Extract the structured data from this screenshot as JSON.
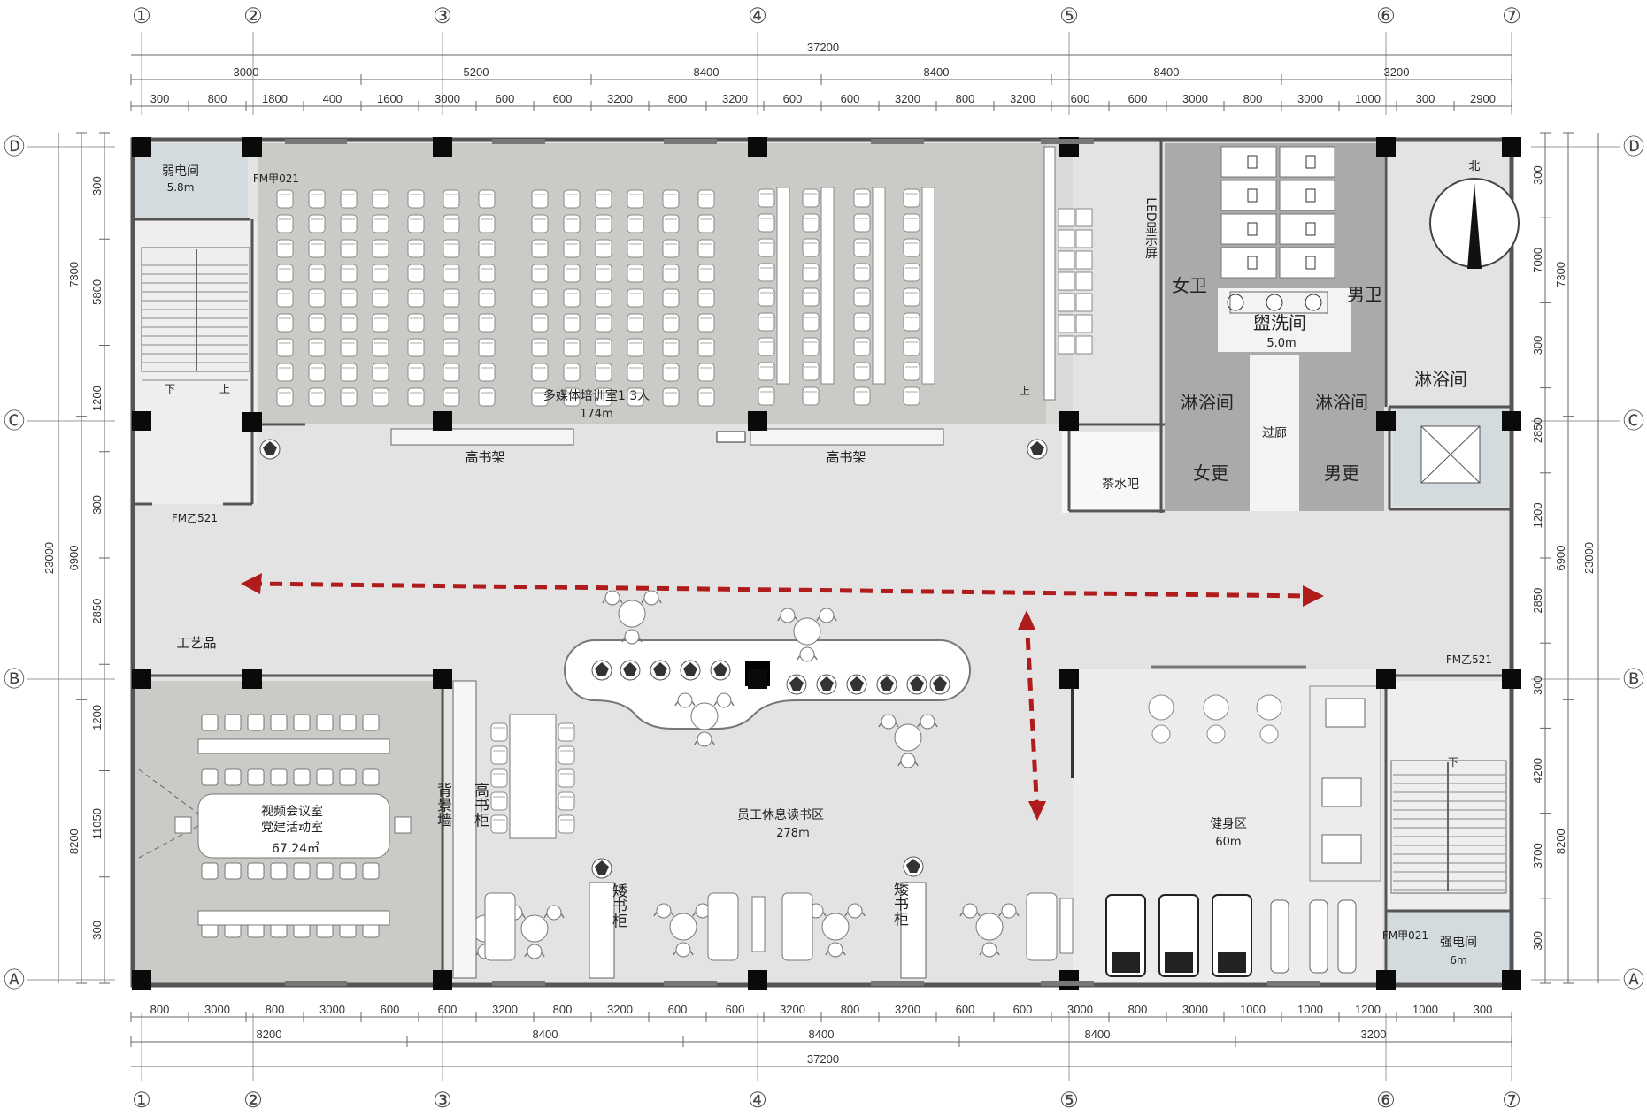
{
  "axes": {
    "columns": [
      "①",
      "②",
      "③",
      "④",
      "⑤",
      "⑥",
      "⑦"
    ],
    "rows": [
      "Ⓓ",
      "Ⓒ",
      "Ⓑ",
      "Ⓐ"
    ]
  },
  "dimensions": {
    "total_width": "37200",
    "total_depth": "23000",
    "top_row1": [
      "3000",
      "5200",
      "8400",
      "8400",
      "8400",
      "3200"
    ],
    "top_row2": [
      "300",
      "800",
      "1800",
      "400",
      "1600",
      "3000",
      "600",
      "600",
      "3200",
      "800",
      "3200",
      "600",
      "600",
      "3200",
      "800",
      "3200",
      "600",
      "600",
      "3000",
      "800",
      "3000",
      "1000",
      "300",
      "2900"
    ],
    "bottom_row1": [
      "800",
      "3000",
      "800",
      "3000",
      "600",
      "600",
      "3200",
      "800",
      "3200",
      "600",
      "600",
      "3200",
      "800",
      "3200",
      "600",
      "600",
      "3000",
      "800",
      "3000",
      "1000",
      "1000",
      "1200",
      "1000",
      "300"
    ],
    "bottom_row2": [
      "8200",
      "8400",
      "8400",
      "8400",
      "3200"
    ],
    "left_inner": [
      "300",
      "5800",
      "1200",
      "300",
      "2850",
      "1200",
      "11050",
      "300"
    ],
    "left_outer": [
      "7300",
      "6900",
      "8200"
    ],
    "right_inner": [
      "300",
      "7000",
      "300",
      "2850",
      "1200",
      "2850",
      "300",
      "4200",
      "3700",
      "300"
    ],
    "right_outer": [
      "7300",
      "6900",
      "8200"
    ]
  },
  "rooms": {
    "weak_room": {
      "name": "弱电间",
      "area": "5.8m"
    },
    "multimedia": {
      "name": "多媒体培训室1 3人",
      "area": "174m"
    },
    "tall_shelf_1": "高书架",
    "tall_shelf_2": "高书架",
    "led": "LED显示屏",
    "female_wc": "女卫",
    "male_wc": "男卫",
    "washroom": {
      "name": "盥洗间",
      "area": "5.0m"
    },
    "shower_f": "淋浴间",
    "shower_m": "淋浴间",
    "shower_ext": "淋浴间",
    "corridor": "过廊",
    "tea_bar": "茶水吧",
    "female_change": "女更",
    "male_change": "男更",
    "crafts": "工艺品",
    "meeting": {
      "line1": "视频会议室",
      "line2": "党建活动室",
      "area": "67.24㎡"
    },
    "bg_wall": "背景墙",
    "tall_cabinet": "高书柜",
    "lounge": {
      "name": "员工休息读书区",
      "area": "278m"
    },
    "low_cabinet_1": "矮书柜",
    "low_cabinet_2": "矮书柜",
    "gym": {
      "name": "健身区",
      "area": "60m"
    },
    "strong_room": {
      "name": "强电间",
      "area": "6m"
    },
    "north": "北"
  },
  "doors": {
    "d1": "FM甲021",
    "d2": "FM乙521",
    "d3": "FM乙521",
    "d4": "FM甲021"
  },
  "stairs": {
    "down": "下",
    "up": "上",
    "up2": "上",
    "down2": "下"
  },
  "colors": {
    "gray_room": "#c8cbc6",
    "wet_room": "#a9abaa",
    "light_floor": "#e2e3e2",
    "aux_room": "#d3dbdf",
    "column": "#0a0a0a",
    "arrow": "#b01b1b"
  }
}
